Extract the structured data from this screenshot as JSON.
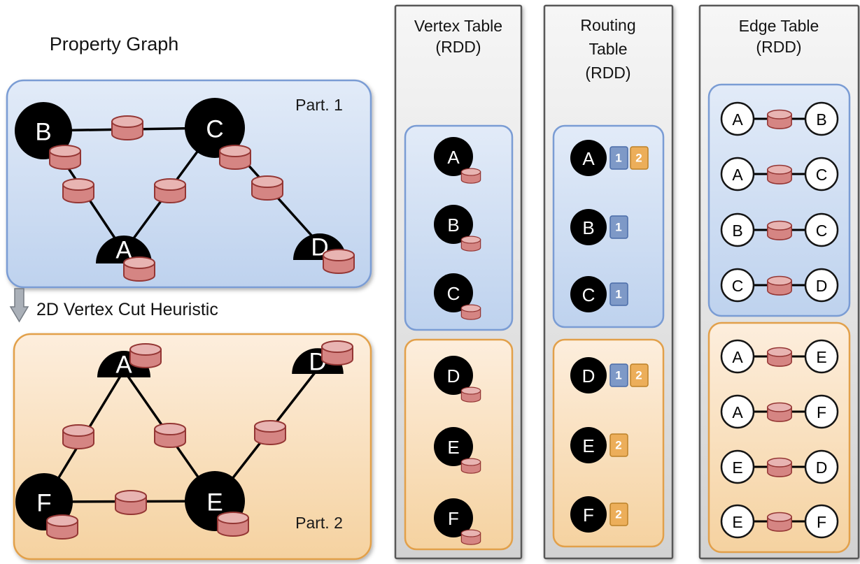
{
  "graph": {
    "title": "Property Graph",
    "cut_heuristic_label": "2D Vertex Cut Heuristic",
    "part1": {
      "label": "Part. 1",
      "vertices": [
        "B",
        "C",
        "A",
        "D"
      ]
    },
    "part2": {
      "label": "Part. 2",
      "vertices": [
        "A",
        "D",
        "F",
        "E"
      ]
    }
  },
  "vertex_table": {
    "title_lines": [
      "Vertex Table",
      "(RDD)"
    ],
    "part1": [
      "A",
      "B",
      "C"
    ],
    "part2": [
      "D",
      "E",
      "F"
    ]
  },
  "routing_table": {
    "title_lines": [
      "Routing",
      "Table",
      "(RDD)"
    ],
    "part1": [
      {
        "vertex": "A",
        "slots": [
          "1",
          "2"
        ]
      },
      {
        "vertex": "B",
        "slots": [
          "1"
        ]
      },
      {
        "vertex": "C",
        "slots": [
          "1"
        ]
      }
    ],
    "part2": [
      {
        "vertex": "D",
        "slots": [
          "1",
          "2"
        ]
      },
      {
        "vertex": "E",
        "slots": [
          "2"
        ]
      },
      {
        "vertex": "F",
        "slots": [
          "2"
        ]
      }
    ]
  },
  "edge_table": {
    "title_lines": [
      "Edge Table",
      "(RDD)"
    ],
    "part1": [
      [
        "A",
        "B"
      ],
      [
        "A",
        "C"
      ],
      [
        "B",
        "C"
      ],
      [
        "C",
        "D"
      ]
    ],
    "part2": [
      [
        "A",
        "E"
      ],
      [
        "A",
        "F"
      ],
      [
        "E",
        "D"
      ],
      [
        "E",
        "F"
      ]
    ]
  },
  "colors": {
    "partition1_fill": "#cdddf2",
    "partition1_border": "#7a9cd4",
    "partition2_fill": "#f9e3c5",
    "partition2_border": "#e2a04a",
    "column_fill": "#e4e4e4",
    "column_border": "#595959",
    "vertex_fill": "#000000",
    "database_icon_fill": "#d58583",
    "database_icon_border": "#943634",
    "routing_slot_part1": "#7e99c7",
    "routing_slot_part2": "#ecae5a"
  }
}
